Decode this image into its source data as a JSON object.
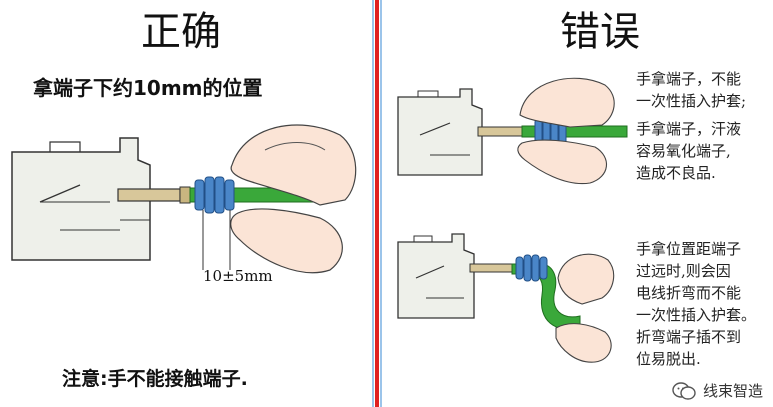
{
  "left_panel": {
    "title": "正确",
    "instruction": "拿端子下约10mm的位置",
    "dimension": "10±5mm",
    "note": "注意:手不能接触端子."
  },
  "right_panel": {
    "title": "错误",
    "captions": [
      [
        "手拿端子，不能",
        "一次性插入护套;"
      ],
      [
        "手拿端子，汗液",
        "容易氧化端子,",
        "造成不良品."
      ],
      [
        "手拿位置距端子",
        "过远时,则会因",
        "电线折弯而不能",
        "一次性插入护套。",
        "折弯端子插不到",
        "位易脱出."
      ]
    ]
  },
  "watermark": {
    "text": "线束智造",
    "icon": "wechat-icon"
  },
  "colors": {
    "divider": "#e02020",
    "wire": "#3aa83a",
    "seal": "#4a86c8"
  }
}
